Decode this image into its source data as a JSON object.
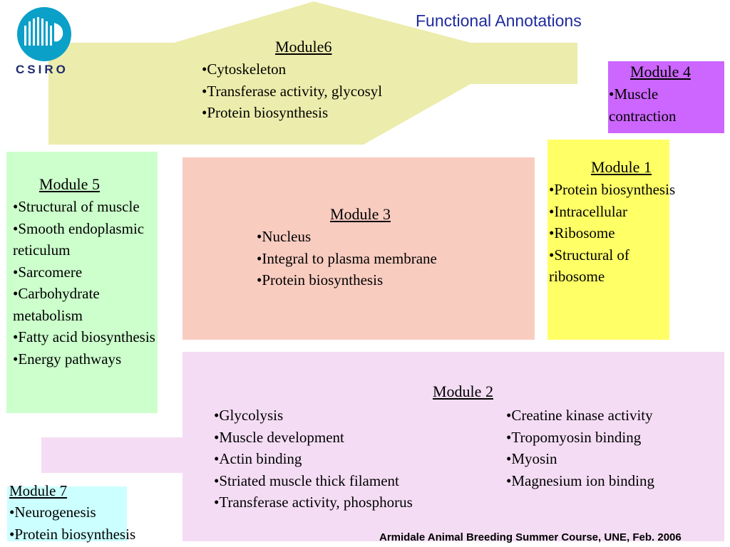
{
  "slide": {
    "title": "Functional Annotations",
    "footer": "Armidale Animal Breeding Summer Course, UNE, Feb. 2006",
    "logo": {
      "text": "CSIRO",
      "colors": {
        "circle": "#0aa0c8",
        "text": "#1f2a6e"
      }
    }
  },
  "modules": {
    "m6": {
      "title": "Module6",
      "items": [
        "Cytoskeleton",
        "Transferase activity, glycosyl",
        "Protein biosynthesis"
      ],
      "color": "#ececac"
    },
    "m4": {
      "title": "Module 4",
      "items": [
        "Muscle contraction"
      ],
      "color": "#cc66ff"
    },
    "m1": {
      "title": "Module 1",
      "items": [
        "Protein biosynthesis",
        "Intracellular",
        "Ribosome",
        "Structural of ribosome"
      ],
      "color": "#ffff66"
    },
    "m5": {
      "title": "Module 5",
      "items": [
        "Structural of muscle",
        "Smooth endoplasmic reticulum",
        "Sarcomere",
        "Carbohydrate metabolism",
        "Fatty acid biosynthesis",
        "Energy pathways"
      ],
      "color": "#ccffcc"
    },
    "m3": {
      "title": "Module 3",
      "items": [
        "Nucleus",
        "Integral to plasma membrane",
        "Protein biosynthesis"
      ],
      "color": "#f9ccc0"
    },
    "m2": {
      "title": "Module 2",
      "items_left": [
        "Glycolysis",
        "Muscle development",
        "Actin binding",
        "Striated muscle thick filament",
        "Transferase activity, phosphorus"
      ],
      "items_right": [
        "Creatine kinase activity",
        "Tropomyosin binding",
        "Myosin",
        "Magnesium ion binding"
      ],
      "color": "#f4ddf4"
    },
    "m7": {
      "title": "Module 7",
      "items": [
        "Neurogenesis",
        "Protein biosynthesis"
      ],
      "color": "#ccffff"
    }
  }
}
